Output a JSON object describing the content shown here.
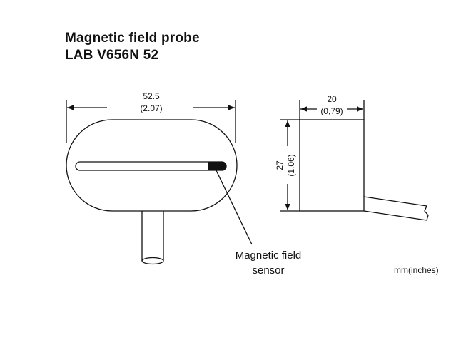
{
  "title": {
    "line1": "Magnetic field probe",
    "line2": "LAB V656N 52"
  },
  "dimensions": {
    "width": {
      "mm": "52.5",
      "inches": "(2.07)"
    },
    "depth": {
      "mm": "20",
      "inches": "(0,79)"
    },
    "height": {
      "mm": "27",
      "inches": "(1.06)"
    }
  },
  "callout": {
    "line1": "Magnetic field",
    "line2": "sensor"
  },
  "units_note": "mm(inches)"
}
